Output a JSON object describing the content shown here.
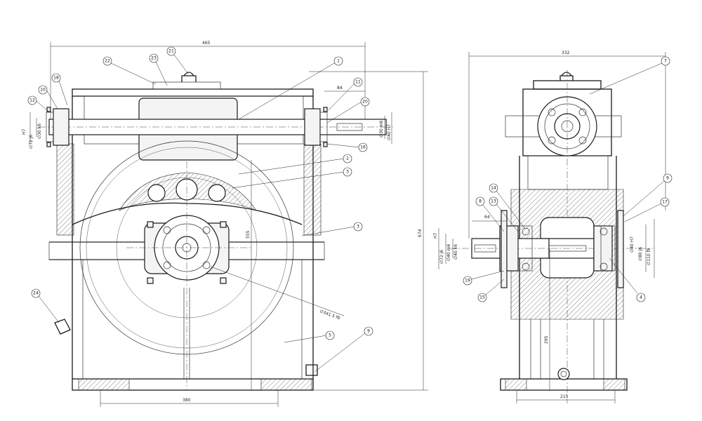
{
  "views": {
    "front": {
      "part_balloons": [
        "1",
        "2",
        "3",
        "3",
        "5",
        "9",
        "10",
        "11",
        "12",
        "16",
        "18",
        "20",
        "21",
        "22",
        "23",
        "24"
      ]
    },
    "side": {
      "part_balloons": [
        "4",
        "7",
        "8",
        "9",
        "13",
        "14",
        "15",
        "17",
        "19"
      ]
    }
  },
  "dimensions": {
    "front_overall_width": "465",
    "front_overall_height": "674",
    "front_center_height": "555",
    "front_base_width": "380",
    "front_shaft_length": "84",
    "front_worm_gear_dia": "∅341.5 f8",
    "front_side_hole_label": "H7",
    "front_bearing_fit": "∅72 j6",
    "front_bearing_fit2": "∅30 k6",
    "front_shaft_fit": "∅30 m6",
    "front_bore_fit": "∅40 H7",
    "side_overall_width": "332",
    "side_base_width": "215",
    "side_left_offset": "64",
    "side_center_height": "295",
    "side_bearing_outer": "∅72 j6",
    "side_bearing_inner": "∅40 m6",
    "side_bore_1": "∅40 k6",
    "side_bore_2": "∅40 H7",
    "side_flange_1": "∅110 f8",
    "side_flange_2": "∅80 j6",
    "side_fit_label": "H7"
  }
}
